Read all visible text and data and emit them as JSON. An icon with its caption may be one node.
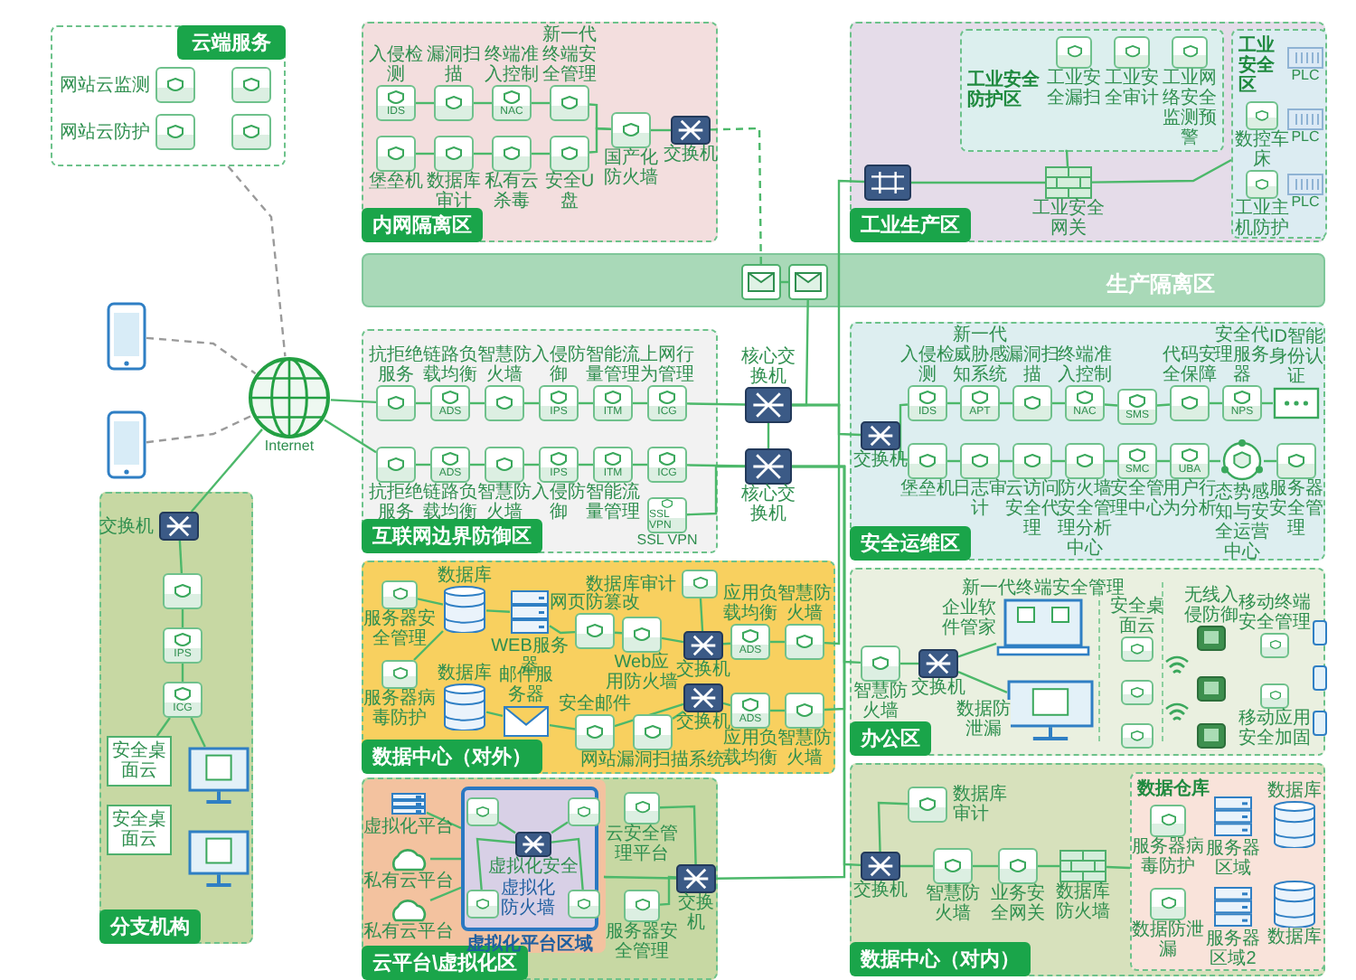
{
  "diagram": {
    "nodes": [
      {
        "text": [
          "云端服务"
        ]
      },
      {
        "text": [
          "网站云监测"
        ],
        "in": 0
      },
      {
        "text": [
          "网站云防护"
        ],
        "in": 0
      },
      {
        "text": [],
        "shape": "box",
        "in": 0
      },
      {
        "text": [],
        "shape": "box",
        "in": 0
      },
      {
        "text": [
          "Internet"
        ]
      },
      {
        "text": [],
        "shape": "picture"
      },
      {
        "text": [],
        "shape": "picture"
      },
      {
        "text": [
          "内网隔离区"
        ]
      },
      {
        "text": [
          "入侵检测",
          "IDS"
        ],
        "in": 8
      },
      {
        "text": [
          "漏洞扫描"
        ],
        "in": 8
      },
      {
        "text": [
          "终端准入控制",
          "NAC"
        ],
        "in": 8
      },
      {
        "text": [
          "新一代终端安全管理"
        ],
        "in": 8
      },
      {
        "text": [
          "堡垒机"
        ],
        "in": 8
      },
      {
        "text": [
          "数据库审计"
        ],
        "in": 8
      },
      {
        "text": [
          "私有云杀毒"
        ],
        "in": 8
      },
      {
        "text": [
          "安全U盘"
        ],
        "in": 8
      },
      {
        "text": [
          "国产化防火墙"
        ],
        "in": 8
      },
      {
        "text": [
          "交换机"
        ],
        "in": 8
      },
      {
        "text": [
          "生产隔离区"
        ]
      },
      {
        "text": [],
        "shape": "box",
        "in": 19
      },
      {
        "text": [],
        "shape": "box",
        "in": 19
      },
      {
        "text": [
          "工业生产区"
        ]
      },
      {
        "text": [],
        "shape": "box",
        "in": 22
      },
      {
        "text": [
          "工业安全防护区"
        ],
        "in": 22
      },
      {
        "text": [
          "工业安全漏扫"
        ],
        "in": 24
      },
      {
        "text": [
          "工业安全审计"
        ],
        "in": 24
      },
      {
        "text": [
          "工业网络安全监测预警"
        ],
        "in": 24
      },
      {
        "text": [
          "工业安全网关"
        ],
        "in": 22
      },
      {
        "text": [
          "工业安全区"
        ],
        "in": 22
      },
      {
        "text": [
          "PLC"
        ],
        "in": 29
      },
      {
        "text": [
          "数控车床"
        ],
        "in": 29
      },
      {
        "text": [
          "PLC"
        ],
        "in": 29
      },
      {
        "text": [
          "工业主机防护"
        ],
        "in": 29
      },
      {
        "text": [
          "PLC"
        ],
        "in": 29
      },
      {
        "text": [
          "互联网边界防御区"
        ]
      },
      {
        "text": [
          "抗拒绝服务"
        ],
        "in": 35
      },
      {
        "text": [
          "链路负载均衡",
          "ADS"
        ],
        "in": 35
      },
      {
        "text": [
          "智慧防火墙"
        ],
        "in": 35
      },
      {
        "text": [
          "入侵防御",
          "IPS"
        ],
        "in": 35
      },
      {
        "text": [
          "智能流量管理",
          "ITM"
        ],
        "in": 35
      },
      {
        "text": [
          "上网行为管理",
          "ICG"
        ],
        "in": 35
      },
      {
        "text": [
          "抗拒绝服务"
        ],
        "in": 35
      },
      {
        "text": [
          "ADS",
          "链路负载均衡"
        ],
        "in": 35
      },
      {
        "text": [
          "智慧防火墙"
        ],
        "in": 35
      },
      {
        "text": [
          "IPS",
          "入侵防御"
        ],
        "in": 35
      },
      {
        "text": [
          "ITM",
          "智能流量管理"
        ],
        "in": 35
      },
      {
        "text": [
          "ICG"
        ],
        "in": 35
      },
      {
        "text": [
          "SSL VPN",
          "SSL VPN"
        ],
        "in": 35
      },
      {
        "text": [
          "核心交换机"
        ]
      },
      {
        "text": [
          "核心交换机"
        ]
      },
      {
        "text": [
          "安全运维区"
        ]
      },
      {
        "text": [
          "交换机"
        ],
        "in": 51
      },
      {
        "text": [
          "入侵检测",
          "IDS"
        ],
        "in": 51
      },
      {
        "text": [
          "新一代威胁感知系统",
          "APT"
        ],
        "in": 51
      },
      {
        "text": [
          "漏洞扫描"
        ],
        "in": 51
      },
      {
        "text": [
          "终端准入控制",
          "NAC"
        ],
        "in": 51
      },
      {
        "text": [
          "SMS"
        ],
        "in": 51
      },
      {
        "text": [
          "代码安全保障"
        ],
        "in": 51
      },
      {
        "text": [
          "安全代理服务器",
          "NPS"
        ],
        "in": 51
      },
      {
        "text": [
          "ID智能身份认证"
        ],
        "in": 51
      },
      {
        "text": [
          "堡垒机"
        ],
        "in": 51
      },
      {
        "text": [
          "日志审计"
        ],
        "in": 51
      },
      {
        "text": [
          "云访问安全代理"
        ],
        "in": 51
      },
      {
        "text": [
          "防火墙安全管理分析中心"
        ],
        "in": 51
      },
      {
        "text": [
          "SMC",
          "安全管理中心"
        ],
        "in": 51
      },
      {
        "text": [
          "UBA",
          "用户行为分析"
        ],
        "in": 51
      },
      {
        "text": [
          "态势感知与安全运营中心"
        ],
        "in": 51
      },
      {
        "text": [
          "服务器安全管理"
        ],
        "in": 51
      },
      {
        "text": [
          "数据中心（对外）"
        ]
      },
      {
        "text": [
          "服务器安全管理"
        ],
        "in": 69
      },
      {
        "text": [
          "服务器病毒防护"
        ],
        "in": 69
      },
      {
        "text": [
          "数据库"
        ],
        "in": 69
      },
      {
        "text": [
          "WEB服务器"
        ],
        "in": 69
      },
      {
        "text": [
          "网页防篡改"
        ],
        "in": 69
      },
      {
        "text": [
          "Web应用防火墙"
        ],
        "in": 69
      },
      {
        "text": [
          "数据库"
        ],
        "in": 69
      },
      {
        "text": [
          "邮件服务器"
        ],
        "in": 69
      },
      {
        "text": [
          "安全邮件"
        ],
        "in": 69
      },
      {
        "text": [
          "数据库审计"
        ],
        "in": 69
      },
      {
        "text": [
          "交换机"
        ],
        "in": 69
      },
      {
        "text": [
          "交换机"
        ],
        "in": 69
      },
      {
        "text": [
          "应用负载均衡",
          "ADS"
        ],
        "in": 69
      },
      {
        "text": [
          "智慧防火墙"
        ],
        "in": 69
      },
      {
        "text": [
          "ADS",
          "应用负载均衡"
        ],
        "in": 69
      },
      {
        "text": [
          "智慧防火墙"
        ],
        "in": 69
      },
      {
        "text": [
          "网站漏洞扫描系统"
        ],
        "in": 69
      },
      {
        "text": [
          "云平台\\虚拟化区"
        ]
      },
      {
        "text": [],
        "shape": "box",
        "in": 87
      },
      {
        "text": [
          "虚拟化平台"
        ],
        "in": 88
      },
      {
        "text": [
          "私有云平台"
        ],
        "in": 88
      },
      {
        "text": [
          "私有云平台"
        ],
        "in": 88
      },
      {
        "text": [
          "虚拟化平台区域"
        ],
        "in": 88
      },
      {
        "text": [],
        "shape": "box",
        "in": 92
      },
      {
        "text": [],
        "shape": "box",
        "in": 92
      },
      {
        "text": [
          "虚拟化安全"
        ],
        "in": 92
      },
      {
        "text": [],
        "shape": "box",
        "in": 92
      },
      {
        "text": [],
        "shape": "box",
        "in": 92
      },
      {
        "text": [
          "云安全管理平台"
        ],
        "in": 87
      },
      {
        "text": [
          "服务器安全管理"
        ],
        "in": 87
      },
      {
        "text": [
          "交换机"
        ],
        "in": 87
      },
      {
        "text": [
          "分支机构"
        ]
      },
      {
        "text": [
          "交换机"
        ],
        "in": 101
      },
      {
        "text": [],
        "shape": "box",
        "in": 101
      },
      {
        "text": [
          "IPS"
        ],
        "in": 101
      },
      {
        "text": [
          "ICG"
        ],
        "in": 101
      },
      {
        "text": [
          "安全桌面云"
        ],
        "in": 101
      },
      {
        "text": [
          "安全桌面云"
        ],
        "in": 101
      },
      {
        "text": [],
        "shape": "picture",
        "in": 101
      },
      {
        "text": [],
        "shape": "picture",
        "in": 101
      },
      {
        "text": [
          "办公区"
        ]
      },
      {
        "text": [
          "智慧防火墙"
        ],
        "in": 110
      },
      {
        "text": [
          "交换机"
        ],
        "in": 110
      },
      {
        "text": [
          "新一代终端安全管理"
        ],
        "in": 110
      },
      {
        "text": [],
        "shape": "picture",
        "in": 110
      },
      {
        "text": [
          "安全桌面云"
        ],
        "in": 110
      },
      {
        "text": [],
        "shape": "box",
        "in": 110
      },
      {
        "text": [],
        "shape": "box",
        "in": 110
      },
      {
        "text": [
          "无线入侵防御"
        ],
        "in": 110
      },
      {
        "text": [],
        "shape": "box",
        "in": 110
      },
      {
        "text": [],
        "shape": "box",
        "in": 110
      },
      {
        "text": [
          "移动终端安全管理"
        ],
        "in": 110
      },
      {
        "text": [
          "移动应用安全加固"
        ],
        "in": 110
      },
      {
        "text": [
          "数据中心（对内）"
        ]
      },
      {
        "text": [
          "交换机"
        ],
        "in": 123
      },
      {
        "text": [
          "数据库审计"
        ],
        "in": 123
      },
      {
        "text": [
          "智慧防火墙"
        ],
        "in": 123
      },
      {
        "text": [
          "业务安全网关"
        ],
        "in": 123
      },
      {
        "text": [
          "数据库防火墙"
        ],
        "in": 123
      },
      {
        "text": [
          "数据仓库"
        ],
        "in": 123
      },
      {
        "text": [
          "服务器病毒防护"
        ],
        "in": 129
      },
      {
        "text": [
          "服务器区域"
        ],
        "in": 129
      },
      {
        "text": [
          "数据库"
        ],
        "in": 129
      },
      {
        "text": [
          "数据防泄漏"
        ],
        "in": 129
      },
      {
        "text": [
          "服务器区域2"
        ],
        "in": 129
      },
      {
        "text": [
          "数据库"
        ],
        "in": 129
      }
    ],
    "edges": [
      {
        "from": 0,
        "to": 5,
        "arrow": "none",
        "style": "dashed",
        "color": "#9a9a9a"
      },
      {
        "from": 6,
        "to": 5,
        "arrow": "none",
        "style": "dashed",
        "color": "#9a9a9a"
      },
      {
        "from": 7,
        "to": 5,
        "arrow": "none",
        "style": "dashed",
        "color": "#9a9a9a"
      },
      {
        "from": 5,
        "to": 36,
        "arrow": "none"
      },
      {
        "from": 5,
        "to": 42,
        "arrow": "none"
      },
      {
        "from": 5,
        "to": 102,
        "arrow": "none"
      },
      {
        "from": 9,
        "to": 10,
        "arrow": "none"
      },
      {
        "from": 10,
        "to": 11,
        "arrow": "none"
      },
      {
        "from": 11,
        "to": 12,
        "arrow": "none"
      },
      {
        "from": 13,
        "to": 14,
        "arrow": "none"
      },
      {
        "from": 14,
        "to": 15,
        "arrow": "none"
      },
      {
        "from": 15,
        "to": 16,
        "arrow": "none"
      },
      {
        "from": 12,
        "to": 17,
        "arrow": "none"
      },
      {
        "from": 16,
        "to": 17,
        "arrow": "none"
      },
      {
        "from": 17,
        "to": 18,
        "arrow": "none"
      },
      {
        "from": 18,
        "to": 20,
        "arrow": "none",
        "style": "dashed"
      },
      {
        "from": 20,
        "to": 21,
        "arrow": "none"
      },
      {
        "from": 23,
        "to": 28,
        "arrow": "none"
      },
      {
        "from": 24,
        "to": 28,
        "arrow": "none"
      },
      {
        "from": 28,
        "to": 29,
        "arrow": "none"
      },
      {
        "from": 36,
        "to": 37,
        "arrow": "none"
      },
      {
        "from": 37,
        "to": 38,
        "arrow": "none"
      },
      {
        "from": 38,
        "to": 39,
        "arrow": "none"
      },
      {
        "from": 39,
        "to": 40,
        "arrow": "none"
      },
      {
        "from": 40,
        "to": 41,
        "arrow": "none"
      },
      {
        "from": 41,
        "to": 49,
        "arrow": "none"
      },
      {
        "from": 42,
        "to": 43,
        "arrow": "none"
      },
      {
        "from": 43,
        "to": 44,
        "arrow": "none"
      },
      {
        "from": 44,
        "to": 45,
        "arrow": "none"
      },
      {
        "from": 45,
        "to": 46,
        "arrow": "none"
      },
      {
        "from": 46,
        "to": 47,
        "arrow": "none"
      },
      {
        "from": 47,
        "to": 50,
        "arrow": "none"
      },
      {
        "from": 48,
        "to": 50,
        "arrow": "none"
      },
      {
        "from": 49,
        "to": 50,
        "arrow": "none"
      },
      {
        "from": 49,
        "to": 21,
        "arrow": "none"
      },
      {
        "from": 49,
        "to": 23,
        "arrow": "none"
      },
      {
        "from": 49,
        "to": 52,
        "arrow": "none"
      },
      {
        "from": 50,
        "to": 111,
        "arrow": "none"
      },
      {
        "from": 83,
        "to": 49,
        "arrow": "none"
      },
      {
        "from": 85,
        "to": 50,
        "arrow": "none"
      },
      {
        "from": 50,
        "to": 100,
        "arrow": "none"
      },
      {
        "from": 50,
        "to": 124,
        "arrow": "none"
      },
      {
        "from": 52,
        "to": 53,
        "arrow": "none"
      },
      {
        "from": 53,
        "to": 54,
        "arrow": "none"
      },
      {
        "from": 54,
        "to": 55,
        "arrow": "none"
      },
      {
        "from": 55,
        "to": 56,
        "arrow": "none"
      },
      {
        "from": 56,
        "to": 57,
        "arrow": "none"
      },
      {
        "from": 57,
        "to": 58,
        "arrow": "none"
      },
      {
        "from": 58,
        "to": 59,
        "arrow": "none"
      },
      {
        "from": 59,
        "to": 60,
        "arrow": "none"
      },
      {
        "from": 52,
        "to": 61,
        "arrow": "none"
      },
      {
        "from": 61,
        "to": 62,
        "arrow": "none"
      },
      {
        "from": 62,
        "to": 63,
        "arrow": "none"
      },
      {
        "from": 63,
        "to": 64,
        "arrow": "none"
      },
      {
        "from": 64,
        "to": 65,
        "arrow": "none"
      },
      {
        "from": 65,
        "to": 66,
        "arrow": "none"
      },
      {
        "from": 66,
        "to": 67,
        "arrow": "none"
      },
      {
        "from": 67,
        "to": 68,
        "arrow": "none"
      },
      {
        "from": 70,
        "to": 72,
        "arrow": "none"
      },
      {
        "from": 71,
        "to": 72,
        "arrow": "none"
      },
      {
        "from": 72,
        "to": 73,
        "arrow": "none"
      },
      {
        "from": 73,
        "to": 74,
        "arrow": "none"
      },
      {
        "from": 74,
        "to": 75,
        "arrow": "none"
      },
      {
        "from": 75,
        "to": 80,
        "arrow": "none"
      },
      {
        "from": 76,
        "to": 77,
        "arrow": "none"
      },
      {
        "from": 77,
        "to": 78,
        "arrow": "none"
      },
      {
        "from": 78,
        "to": 81,
        "arrow": "none"
      },
      {
        "from": 86,
        "to": 81,
        "arrow": "none"
      },
      {
        "from": 79,
        "to": 80,
        "arrow": "none"
      },
      {
        "from": 80,
        "to": 82,
        "arrow": "none"
      },
      {
        "from": 81,
        "to": 84,
        "arrow": "none"
      },
      {
        "from": 82,
        "to": 83,
        "arrow": "none"
      },
      {
        "from": 84,
        "to": 85,
        "arrow": "none"
      },
      {
        "from": 95,
        "to": 93,
        "arrow": "none"
      },
      {
        "from": 95,
        "to": 94,
        "arrow": "none"
      },
      {
        "from": 95,
        "to": 96,
        "arrow": "none"
      },
      {
        "from": 95,
        "to": 97,
        "arrow": "none"
      },
      {
        "from": 89,
        "to": 92,
        "arrow": "none"
      },
      {
        "from": 90,
        "to": 92,
        "arrow": "none"
      },
      {
        "from": 91,
        "to": 92,
        "arrow": "none"
      },
      {
        "from": 100,
        "to": 98,
        "arrow": "none"
      },
      {
        "from": 100,
        "to": 99,
        "arrow": "none"
      },
      {
        "from": 88,
        "to": 100,
        "arrow": "none"
      },
      {
        "from": 102,
        "to": 103,
        "arrow": "none"
      },
      {
        "from": 103,
        "to": 104,
        "arrow": "none"
      },
      {
        "from": 104,
        "to": 105,
        "arrow": "none"
      },
      {
        "from": 105,
        "to": 106,
        "arrow": "none"
      },
      {
        "from": 105,
        "to": 108,
        "arrow": "none"
      },
      {
        "from": 111,
        "to": 112,
        "arrow": "none"
      },
      {
        "from": 112,
        "to": 113,
        "arrow": "none",
        "label": "企业软件管家"
      },
      {
        "from": 112,
        "to": 114,
        "arrow": "none",
        "label": "数据防泄漏"
      },
      {
        "from": 124,
        "to": 125,
        "arrow": "none"
      },
      {
        "from": 124,
        "to": 126,
        "arrow": "none"
      },
      {
        "from": 126,
        "to": 127,
        "arrow": "none"
      },
      {
        "from": 127,
        "to": 128,
        "arrow": "none"
      },
      {
        "from": 128,
        "to": 129,
        "arrow": "none"
      }
    ],
    "labels": [
      "虚拟化防火墙"
    ]
  }
}
